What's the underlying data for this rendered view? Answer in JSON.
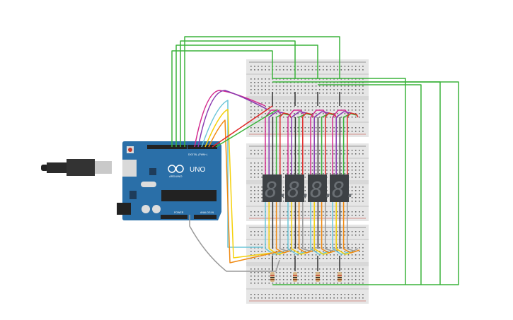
{
  "arduino": {
    "model_label": "UNO",
    "brand_label": "ARDUINO",
    "digital_header_label": "DIGITAL (PWM~)",
    "power_header_label": "POWER",
    "analog_header_label": "ANALOG IN",
    "board_color": "#2a6fa8"
  },
  "displays": [
    {
      "label": "8."
    },
    {
      "label": "8."
    },
    {
      "label": "8."
    },
    {
      "label": "8."
    }
  ],
  "colors": {
    "wire_green": "#3bb33b",
    "wire_red": "#e02a2a",
    "wire_black": "#333333",
    "wire_magenta": "#d42b8f",
    "wire_purple": "#8a3ab0",
    "wire_cyan": "#6cc6d8",
    "wire_yellow": "#f5d10a",
    "wire_orange": "#f08a12",
    "wire_gray": "#9a9a9a",
    "breadboard": "#e6e6e6",
    "display": "#3d4145"
  }
}
